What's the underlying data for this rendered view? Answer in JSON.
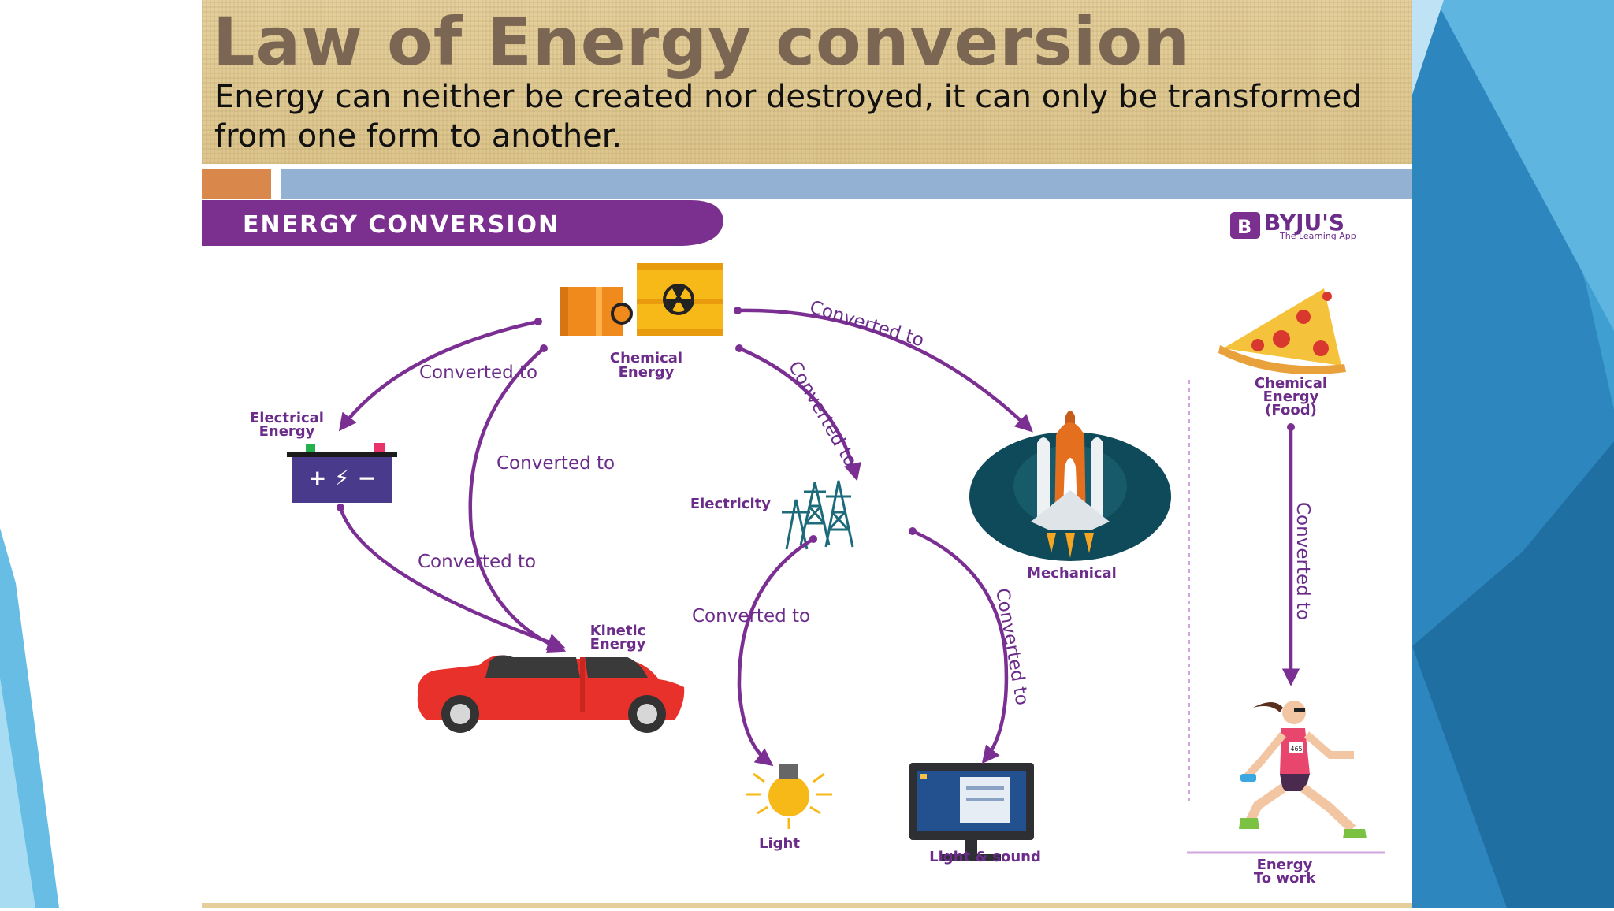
{
  "slide": {
    "title": "Law of Energy conversion",
    "subtitle": "Energy can neither be created nor destroyed, it can only be transformed from one form to another."
  },
  "diagram": {
    "banner": "ENERGY CONVERSION",
    "brand": {
      "name": "BYJU'S",
      "tagline": "The Learning App"
    },
    "arrow_label": "Converted to",
    "nodes": {
      "chemical_line1": "Chemical",
      "chemical_line2": "Energy",
      "electrical_line1": "Electrical",
      "electrical_line2": "Energy",
      "battery_symbols": "+ ⚡ −",
      "electricity": "Electricity",
      "mechanical": "Mechanical",
      "kinetic_line1": "Kinetic",
      "kinetic_line2": "Energy",
      "light": "Light",
      "light_sound": "Light & sound",
      "food_line1": "Chemical",
      "food_line2": "Energy",
      "food_line3": "(Food)",
      "work_line1": "Energy",
      "work_line2": "To work",
      "bib_number": "465"
    }
  },
  "colors": {
    "banner": "#7b2f8e",
    "arrow": "#7b2f93",
    "label": "#6b2c8a",
    "title": "#7a6652",
    "accent_orange": "#d9874a",
    "accent_blue": "#93b2d3",
    "deco_blue": "#2f8fc4"
  },
  "icons": [
    "barrel-icon",
    "radiation-icon",
    "battery-icon",
    "transmission-tower-icon",
    "space-shuttle-icon",
    "car-icon",
    "light-bulb-icon",
    "monitor-icon",
    "pizza-icon",
    "runner-icon"
  ]
}
